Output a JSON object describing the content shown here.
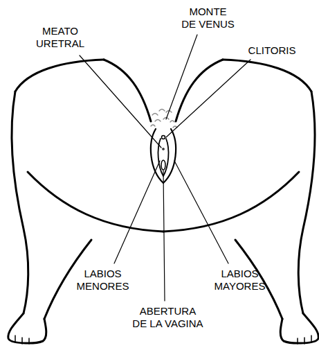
{
  "diagram": {
    "labels": [
      "MEATO URETRAL",
      "MONTE DE VENUS",
      "CLITORIS",
      "LABIOS MENORES",
      "LABIOS MAYORES",
      "ABERTURA DE LA VAGINA"
    ]
  }
}
